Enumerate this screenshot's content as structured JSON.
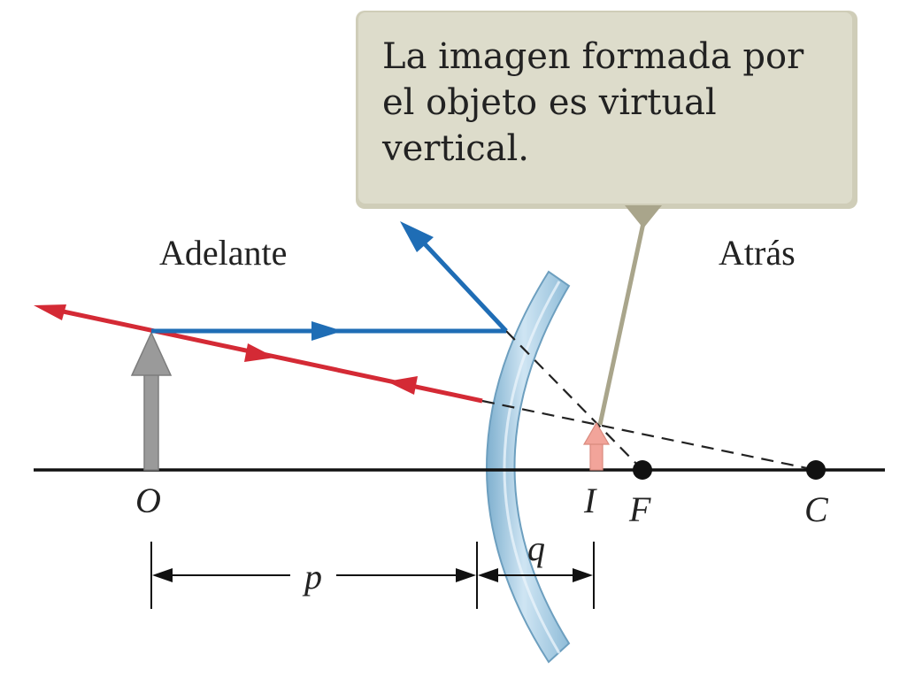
{
  "callout": {
    "lines": [
      "La imagen formada por",
      "el objeto es virtual",
      "vertical."
    ],
    "fill": "#dddccb",
    "border": "#cfcdb8",
    "pointer_color": "#a9a58b"
  },
  "regions": {
    "front": "Adelante",
    "back": "Atrás"
  },
  "points": {
    "object": "O",
    "image": "I",
    "focal": "F",
    "center": "C"
  },
  "distances": {
    "object_distance": "p",
    "image_distance": "q"
  },
  "colors": {
    "red_ray": "#d42a35",
    "blue_ray": "#1f6db5",
    "object_arrow": "#9a9a9a",
    "image_arrow": "#f2a49a",
    "mirror": "#a9cde3",
    "axis": "#111111"
  }
}
